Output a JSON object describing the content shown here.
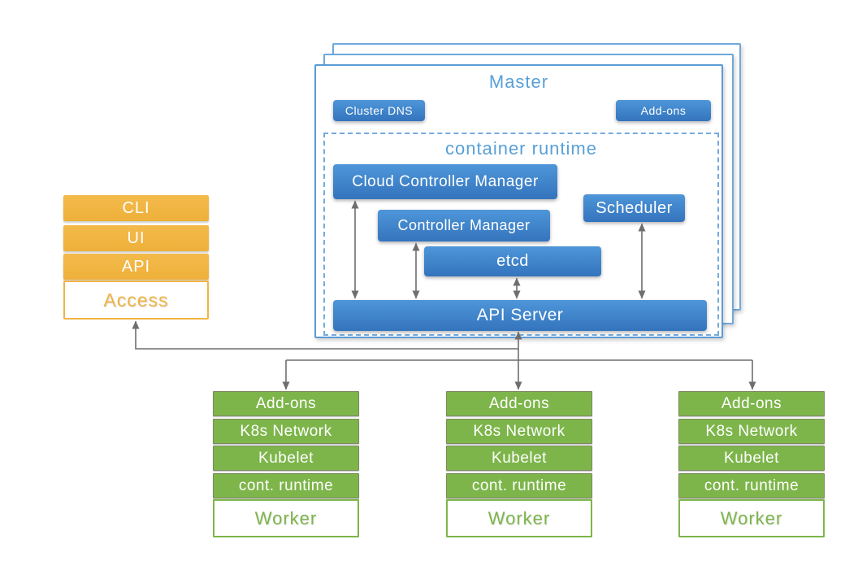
{
  "colors": {
    "blue_gradient_top": "#4e96d9",
    "blue_gradient_bottom": "#3474bd",
    "light_blue_title": "#58a0d8",
    "master_border": "#5b9bd5",
    "orange": "#f0b444",
    "green": "#7db54a",
    "connector_gray": "#6e6e6e"
  },
  "master": {
    "title": "Master",
    "cluster_dns": "Cluster DNS",
    "addons": "Add-ons",
    "runtime_title": "container runtime"
  },
  "components": {
    "cloud_controller_manager": "Cloud Controller Manager",
    "controller_manager": "Controller Manager",
    "scheduler": "Scheduler",
    "etcd": "etcd",
    "api_server": "API Server"
  },
  "access": {
    "rows": [
      "CLI",
      "UI",
      "API"
    ],
    "label": "Access"
  },
  "workers": [
    {
      "rows": [
        "Add-ons",
        "K8s Network",
        "Kubelet",
        "cont. runtime"
      ],
      "label": "Worker"
    },
    {
      "rows": [
        "Add-ons",
        "K8s Network",
        "Kubelet",
        "cont. runtime"
      ],
      "label": "Worker"
    },
    {
      "rows": [
        "Add-ons",
        "K8s Network",
        "Kubelet",
        "cont. runtime"
      ],
      "label": "Worker"
    }
  ]
}
